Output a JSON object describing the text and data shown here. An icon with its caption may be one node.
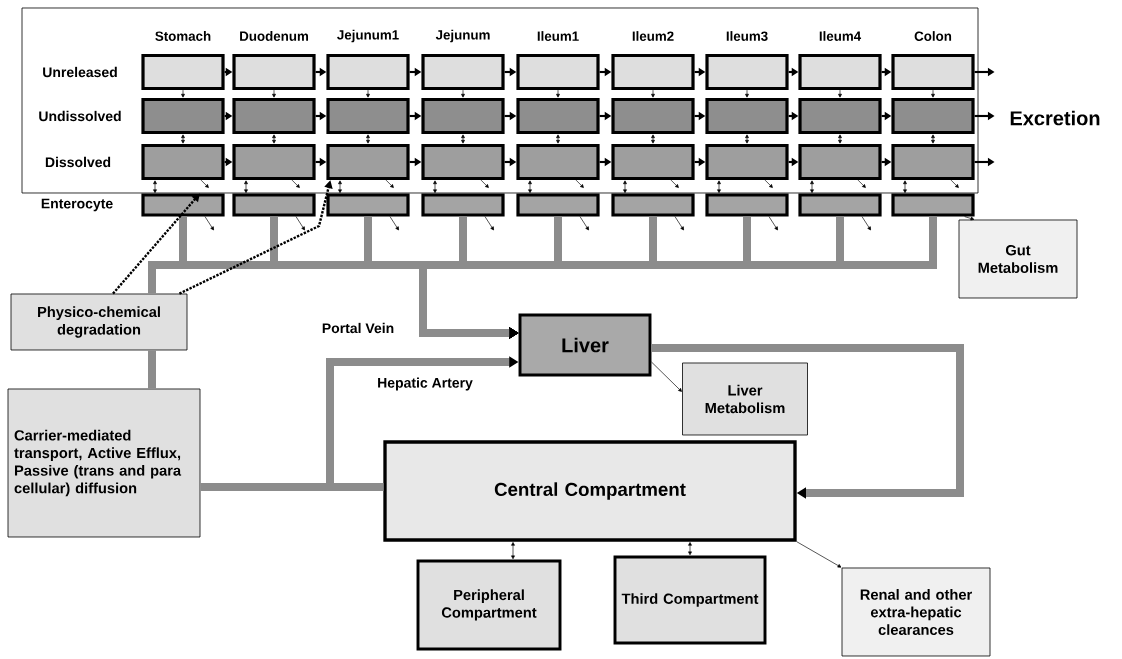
{
  "diagram": {
    "nodes": [
      {
        "text": [],
        "shape": "box"
      },
      {
        "text": [],
        "shape": "box"
      },
      {
        "text": [],
        "shape": "box"
      },
      {
        "text": [],
        "shape": "box"
      },
      {
        "text": [],
        "shape": "box"
      },
      {
        "text": [],
        "shape": "box"
      },
      {
        "text": [],
        "shape": "box"
      },
      {
        "text": [],
        "shape": "box"
      },
      {
        "text": [],
        "shape": "box"
      },
      {
        "text": [],
        "shape": "box"
      },
      {
        "text": [],
        "shape": "box"
      },
      {
        "text": [],
        "shape": "box"
      },
      {
        "text": [],
        "shape": "box"
      },
      {
        "text": [],
        "shape": "box"
      },
      {
        "text": [],
        "shape": "box"
      },
      {
        "text": [],
        "shape": "box"
      },
      {
        "text": [],
        "shape": "box"
      },
      {
        "text": [],
        "shape": "box"
      },
      {
        "text": [],
        "shape": "box"
      },
      {
        "text": [],
        "shape": "box"
      },
      {
        "text": [],
        "shape": "box"
      },
      {
        "text": [],
        "shape": "box"
      },
      {
        "text": [],
        "shape": "box"
      },
      {
        "text": [],
        "shape": "box"
      },
      {
        "text": [],
        "shape": "box"
      },
      {
        "text": [],
        "shape": "box"
      },
      {
        "text": [],
        "shape": "box"
      },
      {
        "text": [],
        "shape": "box"
      },
      {
        "text": [],
        "shape": "box"
      },
      {
        "text": [],
        "shape": "box"
      },
      {
        "text": [],
        "shape": "box"
      },
      {
        "text": [],
        "shape": "box"
      },
      {
        "text": [],
        "shape": "box"
      },
      {
        "text": [],
        "shape": "box"
      },
      {
        "text": [],
        "shape": "box"
      },
      {
        "text": [],
        "shape": "box"
      },
      {
        "text": [
          "Gut Metabolism"
        ]
      },
      {
        "text": [
          "Physico-chemical degradation"
        ]
      },
      {
        "text": [
          "Carrier-mediated transport, Active Efflux, Passive (trans and para cellular) diffusion"
        ]
      },
      {
        "text": [
          "Liver"
        ]
      },
      {
        "text": [
          "Liver Metabolism"
        ]
      },
      {
        "text": [
          "Central Compartment"
        ]
      },
      {
        "text": [
          "Peripheral Compartment"
        ]
      },
      {
        "text": [
          "Third Compartment"
        ]
      },
      {
        "text": [
          "Renal  and other extra-hepatic clearances"
        ]
      }
    ],
    "edges": [
      {
        "from": 0,
        "to": 1,
        "arrow": "to"
      },
      {
        "from": 1,
        "to": 2,
        "arrow": "to"
      },
      {
        "from": 2,
        "to": 3,
        "arrow": "to"
      },
      {
        "from": 3,
        "to": 4,
        "arrow": "to"
      },
      {
        "from": 4,
        "to": 5,
        "arrow": "to"
      },
      {
        "from": 5,
        "to": 6,
        "arrow": "to"
      },
      {
        "from": 6,
        "to": 7,
        "arrow": "to"
      },
      {
        "from": 7,
        "to": 8,
        "arrow": "to"
      },
      {
        "from": 9,
        "to": 10,
        "arrow": "to"
      },
      {
        "from": 10,
        "to": 11,
        "arrow": "to"
      },
      {
        "from": 11,
        "to": 12,
        "arrow": "to"
      },
      {
        "from": 12,
        "to": 13,
        "arrow": "to"
      },
      {
        "from": 13,
        "to": 14,
        "arrow": "to"
      },
      {
        "from": 14,
        "to": 15,
        "arrow": "to"
      },
      {
        "from": 15,
        "to": 16,
        "arrow": "to"
      },
      {
        "from": 16,
        "to": 17,
        "arrow": "to"
      },
      {
        "from": 18,
        "to": 19,
        "arrow": "to"
      },
      {
        "from": 19,
        "to": 20,
        "arrow": "to"
      },
      {
        "from": 20,
        "to": 21,
        "arrow": "to"
      },
      {
        "from": 21,
        "to": 22,
        "arrow": "to"
      },
      {
        "from": 22,
        "to": 23,
        "arrow": "to"
      },
      {
        "from": 23,
        "to": 24,
        "arrow": "to"
      },
      {
        "from": 24,
        "to": 25,
        "arrow": "to"
      },
      {
        "from": 25,
        "to": 26,
        "arrow": "to"
      },
      {
        "from": 8,
        "to": null,
        "arrow": "to"
      },
      {
        "from": 17,
        "to": null,
        "arrow": "to"
      },
      {
        "from": 26,
        "to": null,
        "arrow": "to"
      },
      {
        "from": 0,
        "to": 9,
        "arrow": "to"
      },
      {
        "from": 9,
        "to": 18,
        "arrow": "both"
      },
      {
        "from": 18,
        "to": 27,
        "arrow": "both"
      },
      {
        "from": 18,
        "to": null,
        "arrow": "to"
      },
      {
        "from": 27,
        "to": null,
        "arrow": "to"
      },
      {
        "from": 1,
        "to": 10,
        "arrow": "to"
      },
      {
        "from": 10,
        "to": 19,
        "arrow": "both"
      },
      {
        "from": 19,
        "to": 28,
        "arrow": "both"
      },
      {
        "from": 19,
        "to": null,
        "arrow": "to"
      },
      {
        "from": 28,
        "to": null,
        "arrow": "to"
      },
      {
        "from": 2,
        "to": 11,
        "arrow": "to"
      },
      {
        "from": 11,
        "to": 20,
        "arrow": "both"
      },
      {
        "from": 20,
        "to": 29,
        "arrow": "both"
      },
      {
        "from": 20,
        "to": null,
        "arrow": "to"
      },
      {
        "from": 29,
        "to": null,
        "arrow": "to"
      },
      {
        "from": 3,
        "to": 12,
        "arrow": "to"
      },
      {
        "from": 12,
        "to": 21,
        "arrow": "both"
      },
      {
        "from": 21,
        "to": 30,
        "arrow": "both"
      },
      {
        "from": 21,
        "to": null,
        "arrow": "to"
      },
      {
        "from": 30,
        "to": null,
        "arrow": "to"
      },
      {
        "from": 4,
        "to": 13,
        "arrow": "to"
      },
      {
        "from": 13,
        "to": 22,
        "arrow": "both"
      },
      {
        "from": 22,
        "to": 31,
        "arrow": "both"
      },
      {
        "from": 22,
        "to": null,
        "arrow": "to"
      },
      {
        "from": 31,
        "to": null,
        "arrow": "to"
      },
      {
        "from": 5,
        "to": 14,
        "arrow": "to"
      },
      {
        "from": 14,
        "to": 23,
        "arrow": "both"
      },
      {
        "from": 23,
        "to": 32,
        "arrow": "both"
      },
      {
        "from": 23,
        "to": null,
        "arrow": "to"
      },
      {
        "from": 32,
        "to": null,
        "arrow": "to"
      },
      {
        "from": 6,
        "to": 15,
        "arrow": "to"
      },
      {
        "from": 15,
        "to": 24,
        "arrow": "both"
      },
      {
        "from": 24,
        "to": 33,
        "arrow": "both"
      },
      {
        "from": 24,
        "to": null,
        "arrow": "to"
      },
      {
        "from": 33,
        "to": null,
        "arrow": "to"
      },
      {
        "from": 7,
        "to": 16,
        "arrow": "to"
      },
      {
        "from": 16,
        "to": 25,
        "arrow": "both"
      },
      {
        "from": 25,
        "to": 34,
        "arrow": "both"
      },
      {
        "from": 25,
        "to": null,
        "arrow": "to"
      },
      {
        "from": 34,
        "to": null,
        "arrow": "to"
      },
      {
        "from": 8,
        "to": 17,
        "arrow": "to"
      },
      {
        "from": 17,
        "to": 26,
        "arrow": "both"
      },
      {
        "from": 26,
        "to": 35,
        "arrow": "both"
      },
      {
        "from": 26,
        "to": null,
        "arrow": "to"
      },
      {
        "from": 35,
        "to": 36,
        "arrow": "to"
      },
      {
        "from": 27,
        "to": 39,
        "arrow": "to",
        "style": "thick",
        "color": "#8c8c8c"
      },
      {
        "from": 28,
        "to": 39,
        "arrow": "to",
        "style": "thick",
        "color": "#8c8c8c"
      },
      {
        "from": 29,
        "to": 39,
        "arrow": "to",
        "style": "thick",
        "color": "#8c8c8c"
      },
      {
        "from": 30,
        "to": 39,
        "arrow": "to",
        "style": "thick",
        "color": "#8c8c8c"
      },
      {
        "from": 31,
        "to": 39,
        "arrow": "to",
        "style": "thick",
        "color": "#8c8c8c"
      },
      {
        "from": 32,
        "to": 39,
        "arrow": "to",
        "style": "thick",
        "color": "#8c8c8c"
      },
      {
        "from": 33,
        "to": 39,
        "arrow": "to",
        "style": "thick",
        "color": "#8c8c8c"
      },
      {
        "from": 34,
        "to": 39,
        "arrow": "to",
        "style": "thick",
        "color": "#8c8c8c"
      },
      {
        "from": 35,
        "to": 39,
        "arrow": "to",
        "style": "thick",
        "color": "#8c8c8c"
      },
      {
        "from": 38,
        "to": 37,
        "arrow": "none",
        "style": "thick",
        "color": "#8c8c8c"
      },
      {
        "from": 37,
        "to": 39,
        "arrow": "to",
        "style": "thick",
        "color": "#8c8c8c"
      },
      {
        "from": 38,
        "to": 41,
        "arrow": "none",
        "style": "thick",
        "color": "#8c8c8c"
      },
      {
        "from": 41,
        "to": 39,
        "arrow": "to",
        "style": "thick",
        "color": "#8c8c8c"
      },
      {
        "from": 39,
        "to": 41,
        "arrow": "to",
        "style": "thick",
        "color": "#8c8c8c"
      },
      {
        "from": 37,
        "to": 27,
        "arrow": "to",
        "style": "dashed"
      },
      {
        "from": 37,
        "to": 20,
        "arrow": "to",
        "style": "dashed"
      },
      {
        "from": 39,
        "to": 40,
        "arrow": "to"
      },
      {
        "from": 41,
        "to": 44,
        "arrow": "to"
      },
      {
        "from": 41,
        "to": 42,
        "arrow": "both"
      },
      {
        "from": 41,
        "to": 43,
        "arrow": "both"
      }
    ],
    "labels": [
      "Stomach",
      "Duodenum",
      "Jejunum1",
      "Jejunum",
      "Ileum1",
      "Ileum2",
      "Ileum3",
      "Ileum4",
      "Colon",
      "Unreleased",
      "Undissolved",
      "Dissolved",
      "Enterocyte",
      "Excretion",
      "Portal Vein",
      "Hepatic Artery"
    ]
  }
}
